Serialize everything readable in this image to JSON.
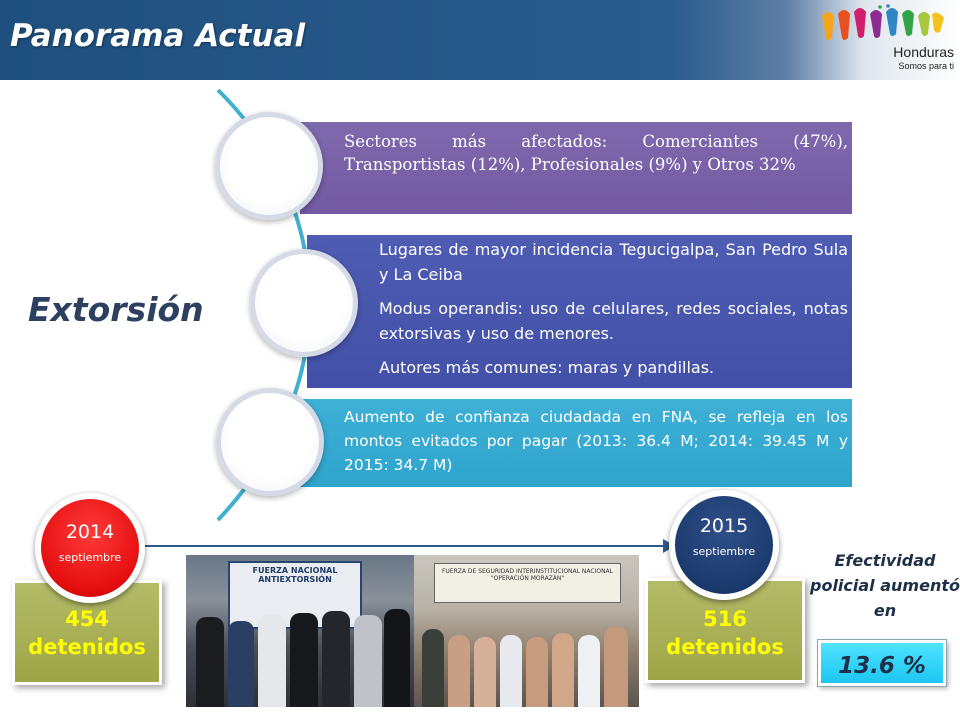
{
  "header": {
    "title": "Panorama Actual",
    "brand_name": "Honduras",
    "brand_tagline": "Somos para ti"
  },
  "main": {
    "topic": "Extorsión",
    "items": [
      {
        "text": "Sectores más afectados: Comerciantes (47%), Transportistas (12%), Profesionales (9%) y Otros 32%"
      },
      {
        "paragraphs": [
          "Lugares de mayor incidencia Tegucigalpa, San Pedro Sula y La Ceiba",
          "Modus operandis: uso de celulares, redes sociales, notas extorsivas y uso de menores.",
          "Autores más comunes: maras y pandillas."
        ]
      },
      {
        "text": "Aumento de confianza ciudadada en FNA, se refleja en los montos evitados por pagar (2013: 36.4 M; 2014: 39.45 M y 2015: 34.7 M)"
      }
    ]
  },
  "timeline": {
    "start": {
      "year": "2014",
      "month": "septiembre",
      "count": "454",
      "unit": "detenidos"
    },
    "end": {
      "year": "2015",
      "month": "septiembre",
      "count": "516",
      "unit": "detenidos"
    }
  },
  "photos": {
    "left_sign": "FUERZA NACIONAL ANTIEXTORSIÓN",
    "right_sign": "FUERZA DE SEGURIDAD INTERINSTITUCIONAL NACIONAL \"OPERACIÓN MORAZÁN\""
  },
  "effectiveness": {
    "label": "Efectividad policial aumentó en",
    "value": "13.6 %"
  },
  "colors": {
    "header": "#2a5c8e",
    "panel1": "#7862a8",
    "panel2": "#4856ad",
    "panel3": "#35a9d1",
    "badge_2014": "#e81010",
    "badge_2015": "#1b3a6d",
    "count_box": "#a9b055",
    "count_text": "#ffff00",
    "pct_box": "#2fd0f4"
  }
}
